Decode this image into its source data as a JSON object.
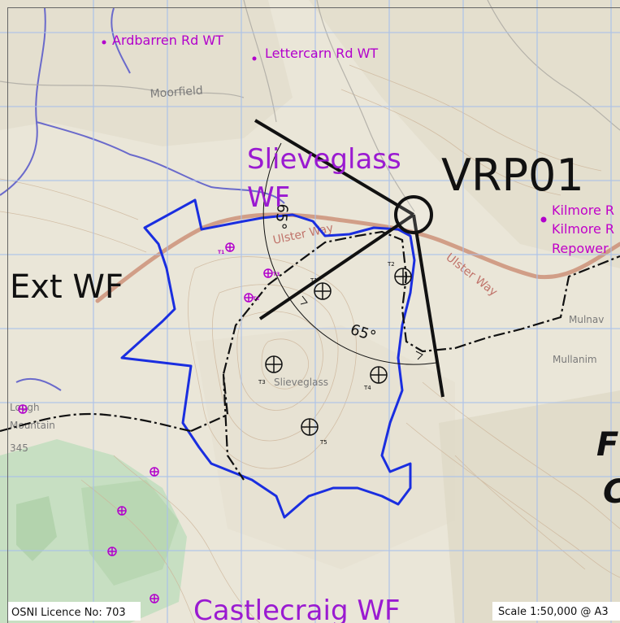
{
  "map": {
    "places": {
      "moorfield": "Moorfield",
      "slieveglass": "Slieveglass",
      "mulnav": "Mulnav",
      "mullanim": "Mullanim",
      "mountain_a": "Lough",
      "mountain_b": "Mountain",
      "height": "345"
    },
    "road": {
      "a": "Ulster Way",
      "b": "Ulster Way"
    },
    "windfarms": {
      "ardbarren": "Ardbarren Rd WT",
      "lettercarn": "Lettercarn Rd WT",
      "slieveglass_1": "Slieveglass",
      "slieveglass_2": "WF",
      "ext": "Ext WF",
      "kilmore_1": "Kilmore R",
      "kilmore_2": "Kilmore R",
      "kilmore_3": "Repower",
      "castlecraig": "Castlecraig WF",
      "cut_1": "F",
      "cut_2": "C"
    },
    "viewpoint": {
      "label": "VRP01"
    },
    "angles": {
      "a": "65°",
      "b": "65°"
    },
    "turbines": {
      "t1": "T1",
      "t2": "T2",
      "t3": "T3",
      "t4": "T4",
      "t5": "T5",
      "s1": "T1",
      "s2": "T2",
      "s3": "T3"
    },
    "footer": {
      "licence": "OSNI Licence No: 703",
      "scale": "Scale 1:50,000 @ A3"
    },
    "colors": {
      "background": "#eae6d8",
      "grid": "#a8c0ea",
      "boundary": "#1a2ee0",
      "river": "#6a6acb",
      "road": "#c8866c",
      "other_wf": "#b200cc",
      "woodland": "#c7dfc2"
    }
  }
}
